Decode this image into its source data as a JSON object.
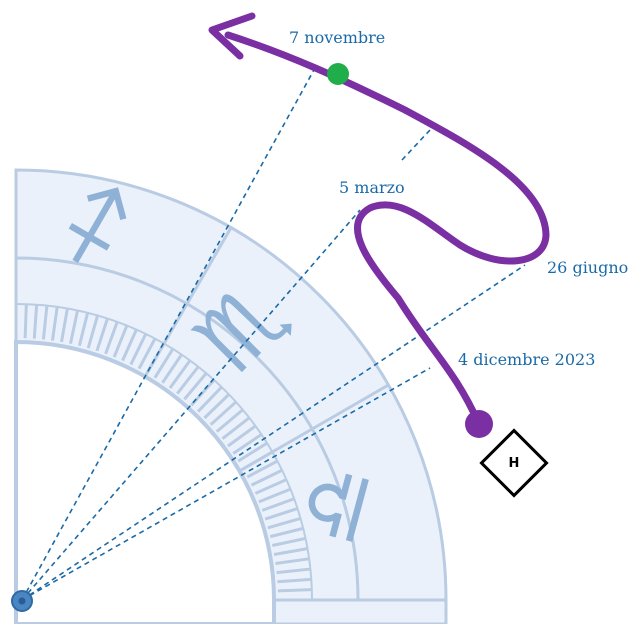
{
  "colors": {
    "path": "#7a2fa3",
    "current_position": "#1fae4a",
    "sightline": "#1a6aa8",
    "wheel_fill": "#eaf1fa",
    "wheel_stroke": "#b9cce3",
    "glyph": "#8fb1d6",
    "observer": "#4a86c2",
    "date_text": "#1a6aa8"
  },
  "zodiac_signs": [
    {
      "name": "sagittarius",
      "glyph": "♐"
    },
    {
      "name": "scorpio",
      "glyph": "♏"
    },
    {
      "name": "libra",
      "glyph": "♎"
    }
  ],
  "dates": {
    "nov": "7 novembre",
    "mar": "5 marzo",
    "jun": "26 giugno",
    "dec": "4 dicembre 2023"
  },
  "marker": {
    "label": "H",
    "shape": "diamond-icon"
  },
  "observer": {
    "icon": "observer-dot-icon"
  },
  "path": {
    "start_marker": "filled-circle",
    "end_marker": "arrow",
    "current_marker": "green-dot"
  }
}
